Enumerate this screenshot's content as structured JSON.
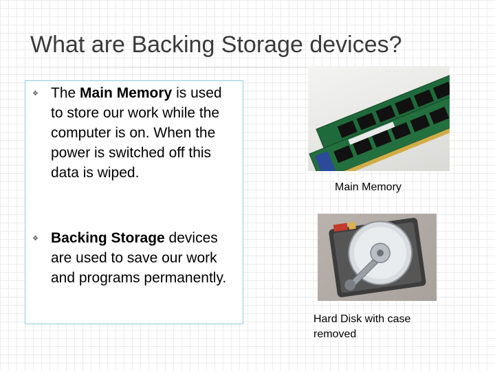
{
  "slide": {
    "title": "What are Backing Storage devices?"
  },
  "bullets": [
    {
      "bold": "Main Memory",
      "before": "The ",
      "after": " is used to store our work while the computer is on. When the power is switched off this data is wiped."
    },
    {
      "bold": "Backing Storage",
      "before": "",
      "after": " devices are used to save our work and programs permanently."
    }
  ],
  "bullet_icon": "wingding-bullet-icon",
  "images": {
    "ram_caption": "Main Memory",
    "hdd_caption": "Hard Disk with case removed"
  },
  "colors": {
    "title": "#3a3a3a",
    "box_border": "#8ecae0",
    "ram_label": "#2b4a9a"
  }
}
